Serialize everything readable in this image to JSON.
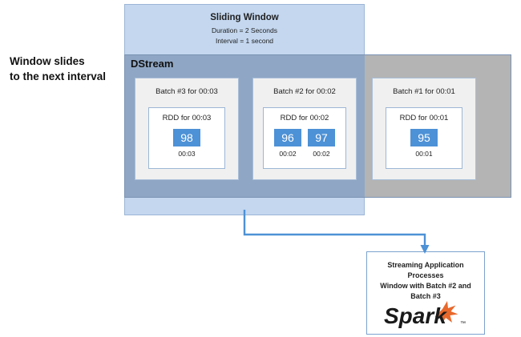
{
  "caption": {
    "text": "Window slides\nto the next interval"
  },
  "sliding_window": {
    "title": "Sliding Window",
    "duration": "Duration = 2 Seconds",
    "interval": "Interval = 1 second"
  },
  "dstream": {
    "label": "DStream"
  },
  "batches": [
    {
      "id": "batch-3",
      "title": "Batch #3 for 00:03",
      "rdd_title": "RDD for 00:03",
      "cells": [
        {
          "value": "98",
          "time": "00:03"
        }
      ]
    },
    {
      "id": "batch-2",
      "title": "Batch #2 for 00:02",
      "rdd_title": "RDD for 00:02",
      "cells": [
        {
          "value": "96",
          "time": "00:02"
        },
        {
          "value": "97",
          "time": "00:02"
        }
      ]
    },
    {
      "id": "batch-1",
      "title": "Batch #1 for 00:01",
      "rdd_title": "RDD for 00:01",
      "cells": [
        {
          "value": "95",
          "time": "00:01"
        }
      ]
    }
  ],
  "app_box": {
    "text": "Streaming Application\nProcesses\nWindow with Batch #2 and\nBatch #3",
    "logo_text": "Spark",
    "logo_mark": "star-icon"
  },
  "colors": {
    "sliding_window_fill": "#c4d7ef",
    "dstream_fill": "#8fa7c4",
    "inactive_fill": "#b4b4b4",
    "batch_fill": "#f0f0f0",
    "cell_blue": "#4d91d6",
    "connector_blue": "#4d91d6",
    "spark_orange": "#e8682c",
    "border_blue": "#9cb6d6"
  }
}
